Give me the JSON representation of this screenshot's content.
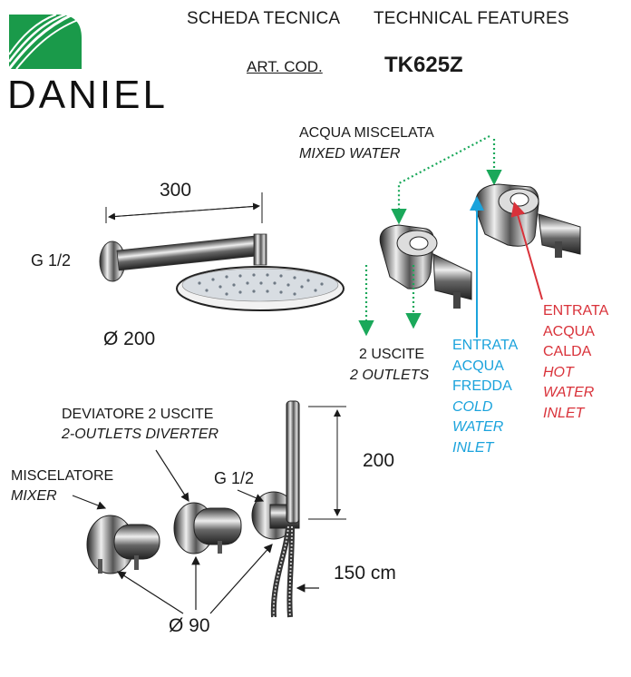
{
  "header": {
    "title_it": "SCHEDA TECNICA",
    "title_en": "TECHNICAL FEATURES",
    "art_label": "ART. COD.",
    "art_code": "TK625Z"
  },
  "brand": {
    "name": "DANIEL",
    "color": "#1a9a4a"
  },
  "shower_head": {
    "arm_length": "300",
    "thread": "G 1/2",
    "diameter": "Ø 200"
  },
  "diagram_labels": {
    "mixed_water_it": "ACQUA MISCELATA",
    "mixed_water_en": "MIXED WATER",
    "outlets_it": "2 USCITE",
    "outlets_en": "2 OUTLETS",
    "cold_inlet": [
      "ENTRATA",
      "ACQUA",
      "FREDDA",
      "COLD",
      "WATER",
      "INLET"
    ],
    "hot_inlet": [
      "ENTRATA",
      "ACQUA",
      "CALDA",
      "HOT",
      "WATER",
      "INLET"
    ]
  },
  "controls": {
    "diverter_it": "DEVIATORE 2 USCITE",
    "diverter_en": "2-OUTLETS  DIVERTER",
    "mixer_it": "MISCELATORE",
    "mixer_en": "MIXER",
    "thread": "G 1/2",
    "handshower_height": "200",
    "hose_length": "150 cm",
    "diameter": "Ø 90"
  },
  "colors": {
    "mixed_arrow": "#1aa85a",
    "cold": "#1ba3dc",
    "hot": "#d9323a"
  }
}
